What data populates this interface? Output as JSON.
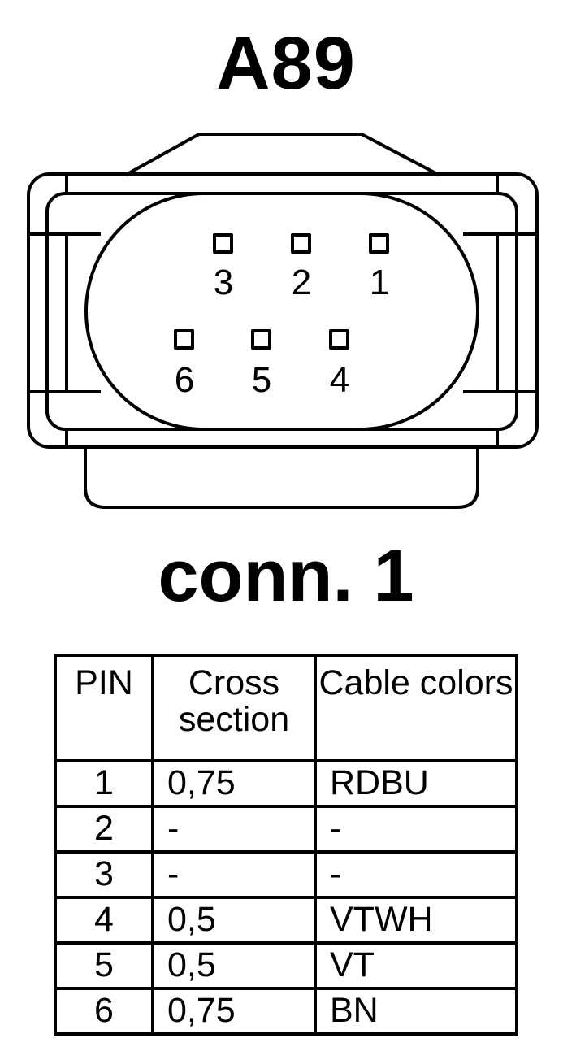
{
  "title": "A89",
  "connector_label": "conn. 1",
  "connector": {
    "pins_top_row": [
      "3",
      "2",
      "1"
    ],
    "pins_bottom_row": [
      "6",
      "5",
      "4"
    ]
  },
  "table": {
    "headers": [
      "PIN",
      "Cross section",
      "Cable colors"
    ],
    "rows": [
      {
        "pin": "1",
        "cross_section": "0,75",
        "color": "RDBU"
      },
      {
        "pin": "2",
        "cross_section": "-",
        "color": "-"
      },
      {
        "pin": "3",
        "cross_section": "-",
        "color": "-"
      },
      {
        "pin": "4",
        "cross_section": "0,5",
        "color": "VTWH"
      },
      {
        "pin": "5",
        "cross_section": "0,5",
        "color": "VT"
      },
      {
        "pin": "6",
        "cross_section": "0,75",
        "color": "BN"
      }
    ]
  }
}
